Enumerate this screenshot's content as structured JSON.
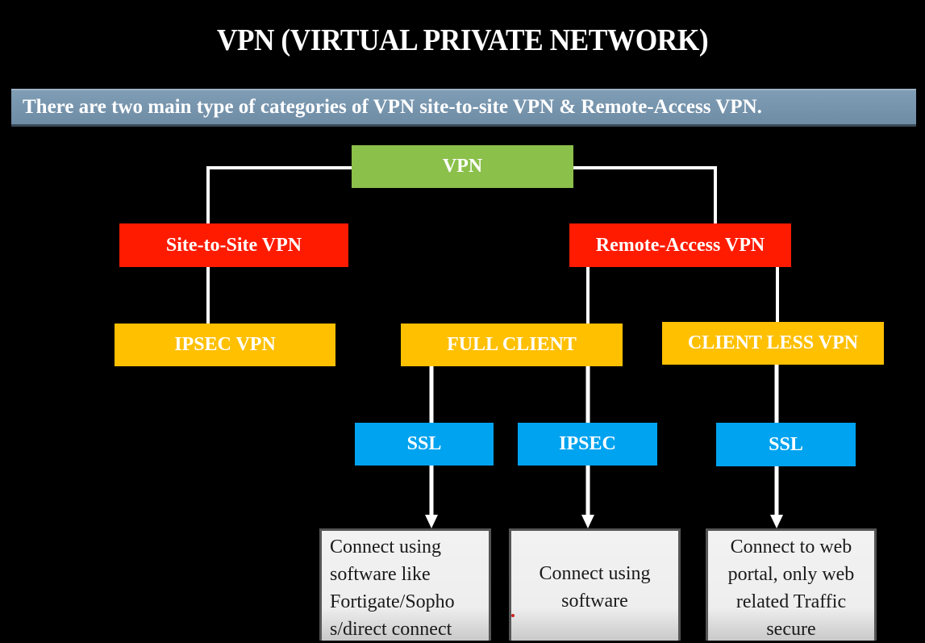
{
  "title": "VPN (VIRTUAL PRIVATE NETWORK)",
  "banner": "There are two main type of categories of VPN site-to-site VPN & Remote-Access VPN.",
  "colors": {
    "root": "#8bc04b",
    "category": "#fe1b00",
    "type": "#ffc000",
    "protocol": "#00a3ef",
    "background": "#000000",
    "banner": "#7f9db5"
  },
  "tree": {
    "root": "VPN",
    "categories": {
      "site_to_site": "Site-to-Site VPN",
      "remote_access": "Remote-Access VPN"
    },
    "types": {
      "ipsec_vpn": "IPSEC VPN",
      "full_client": "FULL CLIENT",
      "client_less": "CLIENT LESS VPN"
    },
    "protocols": {
      "full_client_ssl": "SSL",
      "full_client_ipsec": "IPSEC",
      "client_less_ssl": "SSL"
    },
    "descriptions": {
      "full_client_ssl": [
        "Connect using",
        "software like",
        "Fortigate/Sopho",
        "s/direct connect"
      ],
      "full_client_ipsec": [
        "Connect using",
        "software"
      ],
      "client_less_ssl": [
        "Connect to web",
        "portal, only web",
        "related Traffic",
        "secure"
      ]
    }
  }
}
